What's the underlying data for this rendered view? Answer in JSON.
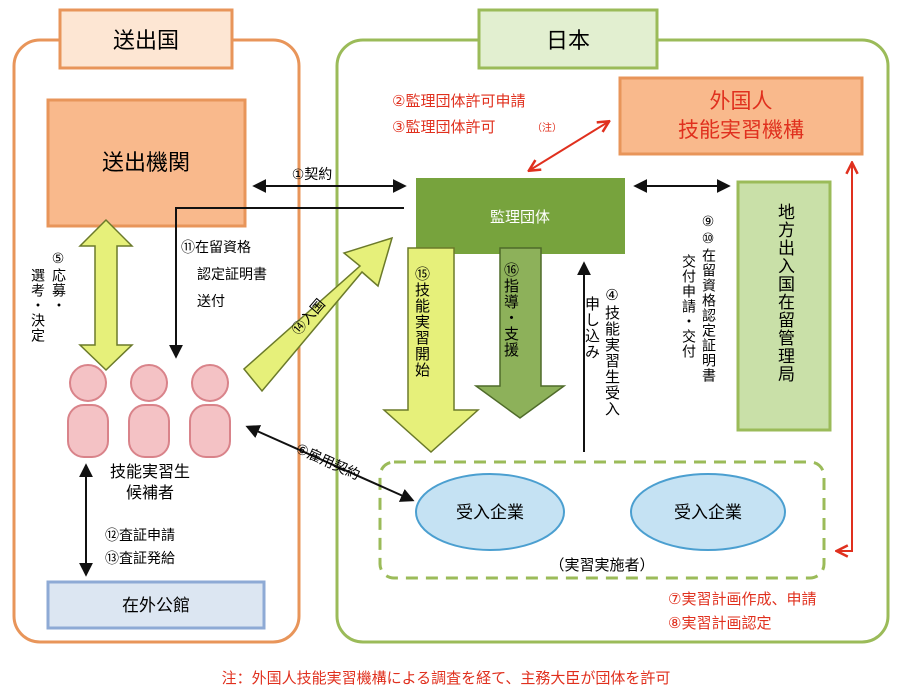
{
  "regions": {
    "sending_country": {
      "label": "送出国"
    },
    "japan": {
      "label": "日本"
    }
  },
  "nodes": {
    "sending_org": "送出機関",
    "supervising_org": "監理団体",
    "oti": [
      "外国人",
      "技能実習機構"
    ],
    "immigration": "地方出入国在留管理局",
    "company_1": "受入企業",
    "company_2": "受入企業",
    "companies_group": "（実習実施者）",
    "candidates": [
      "技能実習生",
      "候補者"
    ],
    "embassy": "在外公館"
  },
  "steps": {
    "s1": "①契約",
    "s2": "②監理団体許可申請",
    "s3": "③監理団体許可",
    "s3_note": "（注）",
    "s4": "④技能実習生受入",
    "s4b": "申し込み",
    "s5a": "⑤応募・",
    "s5b": "選考・決定",
    "s6": "⑥雇用契約",
    "s7": "⑦実習計画作成、申請",
    "s8": "⑧実習計画認定",
    "s9": "⑨⑩在留資格認定証明書",
    "s9b": "交付申請・交付",
    "s11": [
      "⑪在留資格",
      "認定証明書",
      "送付"
    ],
    "s12": "⑫査証申請",
    "s13": "⑬査証発給",
    "s14": "⑭入国",
    "s15": "⑮技能実習開始",
    "s16": "⑯指導・支援"
  },
  "footnote": "注：外国人技能実習機構による調査を経て、主務大臣が団体を許可",
  "colors": {
    "orange_border": "#e8955a",
    "orange_fill": "#f9b98c",
    "green_border": "#9bbb59",
    "green_fill": "#c9e0a8",
    "dark_green": "#77a33d",
    "yellow_arrow": "#e6f07a",
    "blue_fill": "#dce6f2",
    "blue_border": "#8eaad5",
    "ellipse_fill": "#c5e2f3",
    "ellipse_border": "#4b9fd0",
    "person_fill": "#f4c2c5",
    "person_border": "#d9838a",
    "red": "#e0301e"
  }
}
